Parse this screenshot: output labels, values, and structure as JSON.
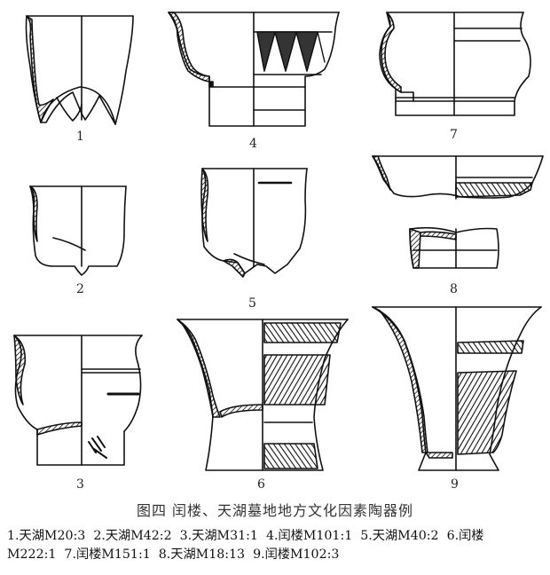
{
  "figure_numbers": [
    "1",
    "2",
    "3",
    "4",
    "5",
    "6",
    "7",
    "8",
    "9"
  ],
  "caption": {
    "title": "图四  闰楼、天湖墓地地方文化因素陶器例",
    "items": [
      "1.天湖M20:3",
      "2.天湖M42:2",
      "3.天湖M31:1",
      "4.闰楼M101:1",
      "5.天湖M40:2",
      "6.闰楼",
      "M222:1",
      "7.闰楼M151:1",
      "8.天湖M18:13",
      "9.闰楼M102:3"
    ]
  }
}
